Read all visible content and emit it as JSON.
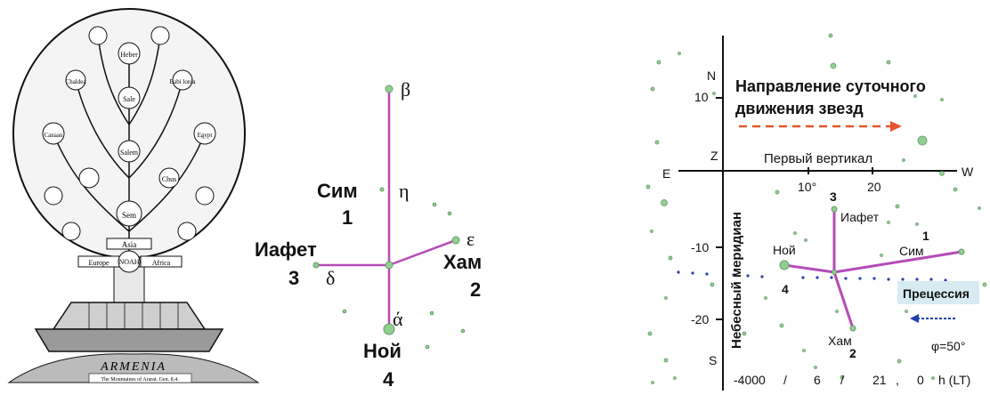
{
  "tree": {
    "caption": "ARMENIA",
    "subcaption": "The Mountaines of Ararat. Gen. 8.4.",
    "ark_label": "NOAH",
    "branch_labels": [
      "Sem",
      "Chus",
      "Asia",
      "Europe",
      "Africa",
      "Salem",
      "Sale",
      "Heber",
      "Babi lonia",
      "Chaldea",
      "Canaan",
      "Egypt"
    ]
  },
  "diagram": {
    "stars": {
      "beta": "β",
      "eta": "η",
      "epsilon": "ε",
      "delta": "δ",
      "alpha": "ά"
    },
    "persons": {
      "sim": {
        "name": "Сим",
        "num": "1"
      },
      "ham": {
        "name": "Хам",
        "num": "2"
      },
      "iafet": {
        "name": "Иафет",
        "num": "3"
      },
      "noi": {
        "name": "Ной",
        "num": "4"
      }
    }
  },
  "sky": {
    "direction_title_line1": "Направление суточного",
    "direction_title_line2": "движения звезд",
    "first_vertical": "Первый вертикал",
    "meridian": "Небесный меридиан",
    "cardinal": {
      "N": "N",
      "Z": "Z",
      "E": "E",
      "W": "W",
      "S": "S"
    },
    "y_ticks": [
      "10",
      "-10",
      "-20"
    ],
    "x_ticks": [
      "10°",
      "20"
    ],
    "persons": {
      "iafet": {
        "name": "Иафет",
        "num": "3"
      },
      "sim": {
        "name": "Сим",
        "num": "1"
      },
      "noi": {
        "name": "Ной",
        "num": "4"
      },
      "ham": {
        "name": "Хам",
        "num": "2"
      }
    },
    "precession": "Прецессия",
    "latitude": "φ=50°",
    "bottom_axis": {
      "year": "-4000",
      "sep1": "/",
      "val1": "6",
      "sep2": "/",
      "val2": "21",
      "sep3": ",",
      "val3": "0",
      "unit": "h (LT)"
    },
    "colors": {
      "star_fill": "#8fd08f",
      "line": "#b64bb8",
      "arrow_red": "#e5562d",
      "arrow_blue": "#1f3fb0",
      "precession_bg": "#d6ecf2",
      "dots": "#2d3fa8"
    }
  }
}
